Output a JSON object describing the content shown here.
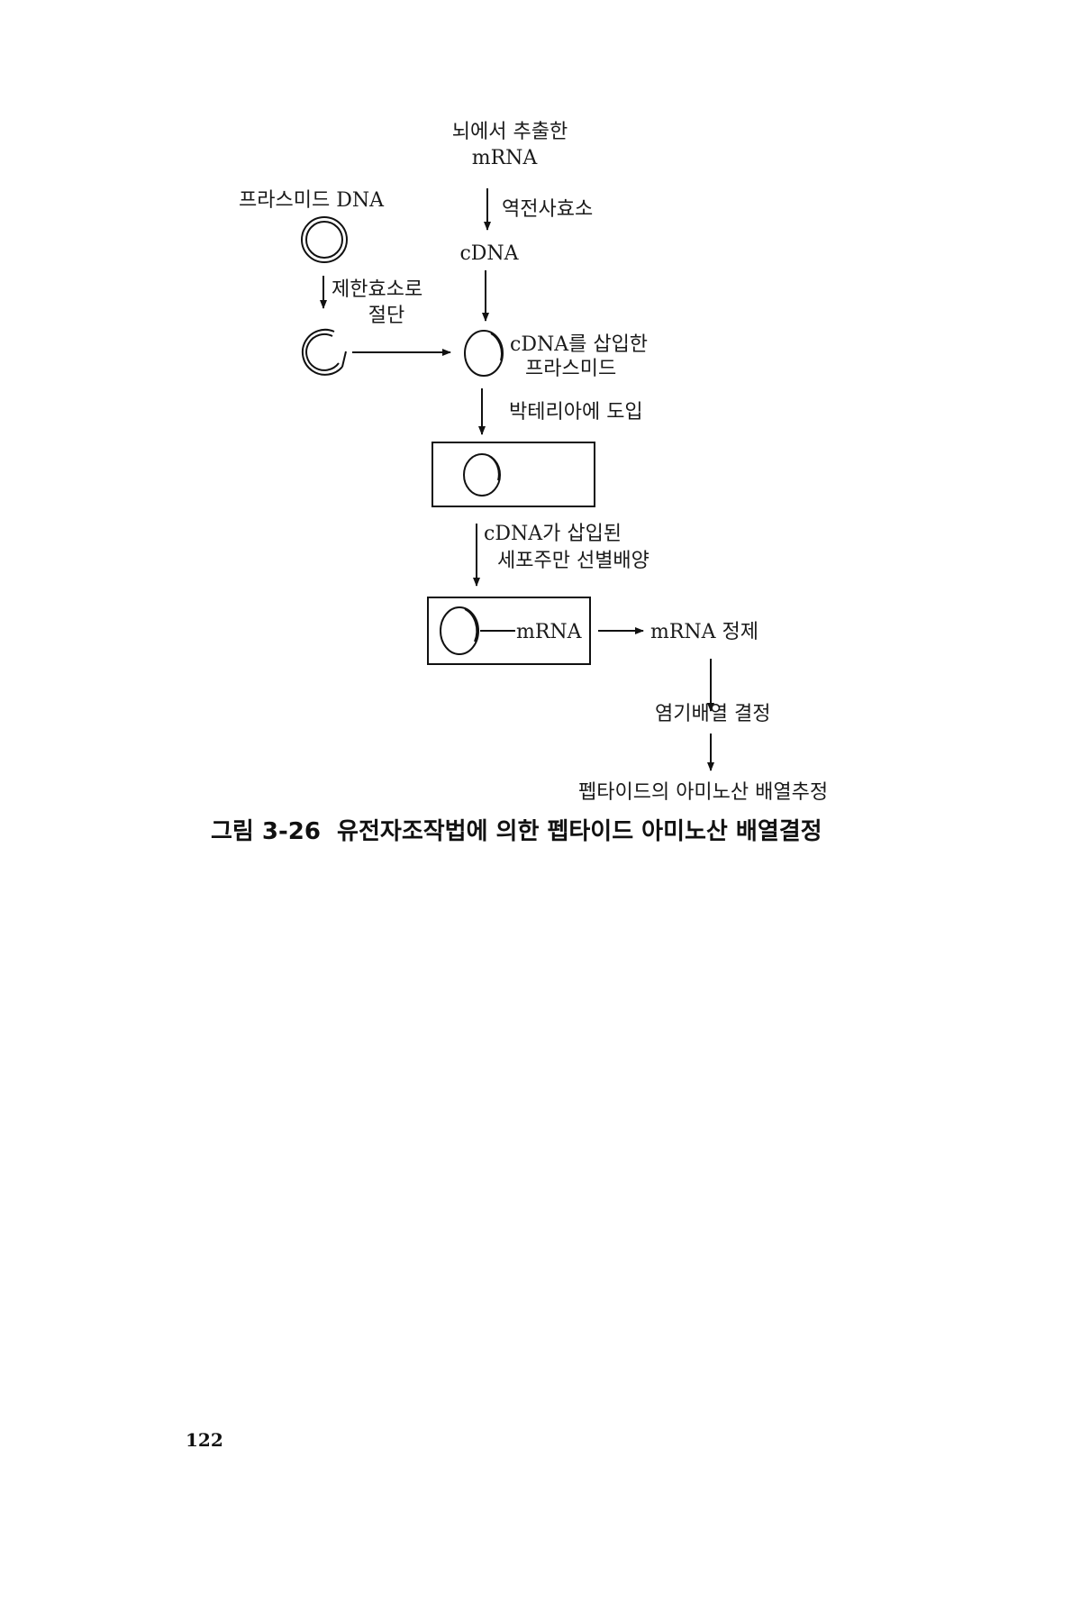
{
  "figure": {
    "mrna_source": "뇌에서 추출한",
    "mrna_source_2": "mRNA",
    "plasmid_dna": "프라스미드 DNA",
    "reverse_transcriptase": "역전사효소",
    "cdna": "cDNA",
    "restriction_1": "제한효소로",
    "restriction_2": "절단",
    "inserted_plasmid_1": "cDNA를 삽입한",
    "inserted_plasmid_2": "프라스미드",
    "bacteria_intro": "박테리아에 도입",
    "selection_1": "cDNA가 삽입된",
    "selection_2": "세포주만 선별배양",
    "cell_mrna": "mRNA",
    "mrna_purify": "mRNA 정제",
    "sequencing": "염기배열 결정",
    "peptide_estimate": "펩타이드의 아미노산 배열추정"
  },
  "caption": "그림 3-26  유전자조작법에 의한 펩타이드 아미노산 배열결정",
  "page_number": "122"
}
